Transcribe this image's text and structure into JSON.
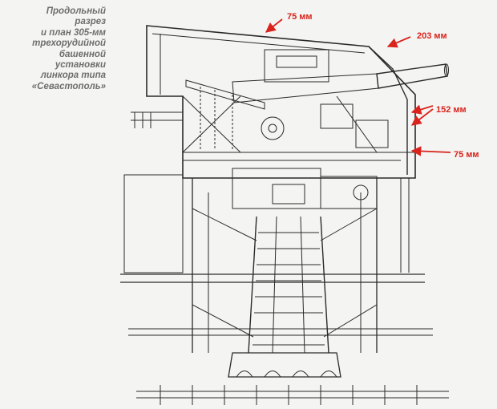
{
  "caption": {
    "lines": [
      "Продольный",
      "разрез",
      "и план 305-мм",
      "трехорудийной",
      "башенной",
      "установки",
      "линкора типа",
      "«Севастополь»"
    ]
  },
  "annotations": {
    "roof": "75 мм",
    "front": "203 мм",
    "side": "152 мм",
    "base": "75 мм"
  },
  "colors": {
    "line": "#2a2a2a",
    "annotation": "#d9231c",
    "caption": "#6e6e6e"
  }
}
